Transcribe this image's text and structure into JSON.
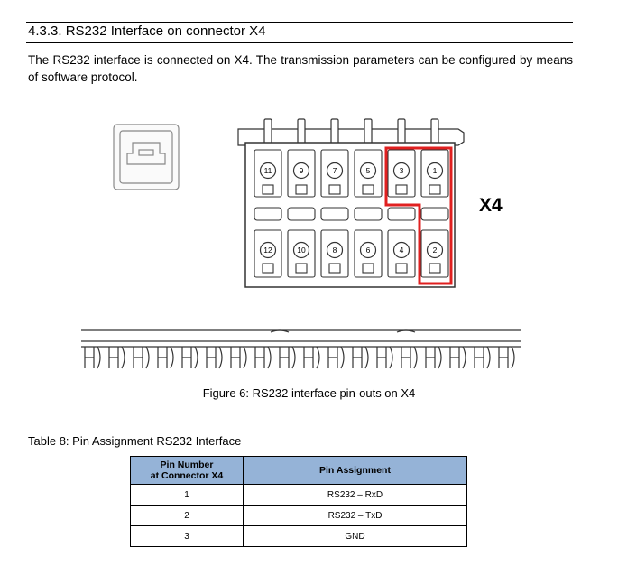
{
  "section": {
    "heading": "4.3.3. RS232 Interface on connector X4",
    "intro": "The RS232 interface is connected on X4. The transmission parameters can be configured by means of software protocol."
  },
  "figure": {
    "connector_label": "X4",
    "pins_top": [
      "11",
      "9",
      "7",
      "5",
      "3",
      "1"
    ],
    "pins_bottom": [
      "12",
      "10",
      "8",
      "6",
      "4",
      "2"
    ],
    "highlight_color": "#e02020",
    "caption": "Figure 6: RS232 interface pin-outs on X4"
  },
  "table": {
    "caption": "Table 8: Pin Assignment RS232 Interface",
    "header_col1_line1": "Pin Number",
    "header_col1_line2": "at Connector X4",
    "header_col2": "Pin Assignment",
    "header_bg": "#95b3d7",
    "rows": [
      {
        "pin": "1",
        "assignment": "RS232 – RxD"
      },
      {
        "pin": "2",
        "assignment": "RS232 – TxD"
      },
      {
        "pin": "3",
        "assignment": "GND"
      }
    ]
  }
}
